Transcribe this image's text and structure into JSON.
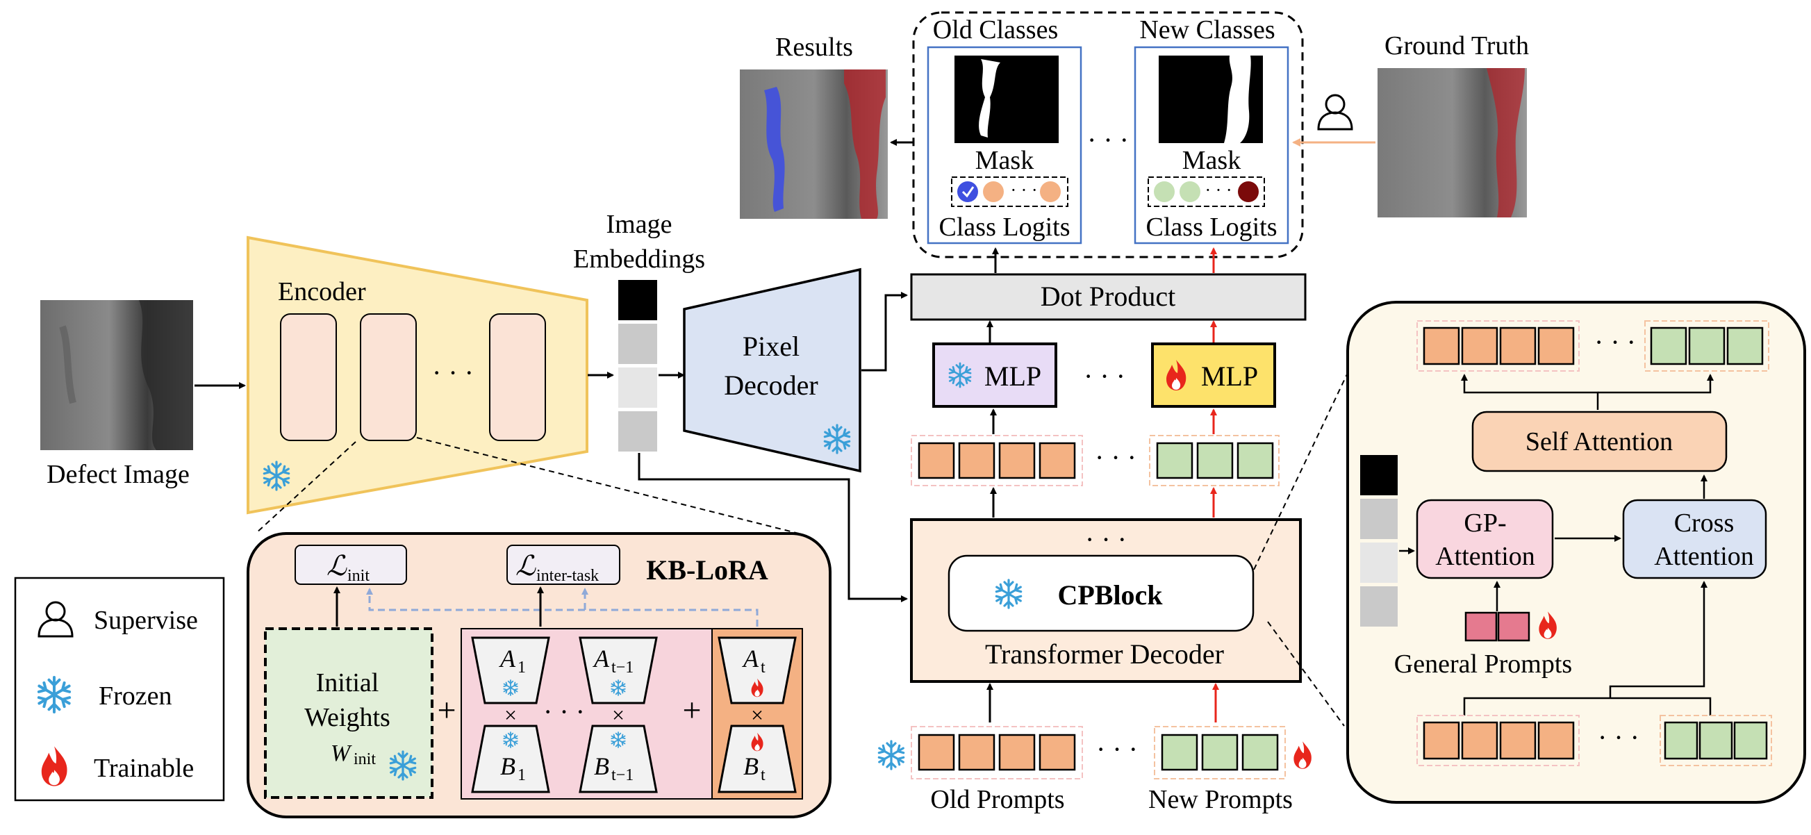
{
  "labels": {
    "defect_image": "Defect Image",
    "encoder": "Encoder",
    "image_embeddings_line1": "Image",
    "image_embeddings_line2": "Embeddings",
    "pixel_decoder_line1": "Pixel",
    "pixel_decoder_line2": "Decoder",
    "results": "Results",
    "ground_truth": "Ground Truth",
    "old_classes": "Old Classes",
    "new_classes": "New Classes",
    "mask": "Mask",
    "class_logits": "Class Logits",
    "dot_product": "Dot Product",
    "mlp": "MLP",
    "transformer_decoder": "Transformer Decoder",
    "cpblock": "CPBlock",
    "old_prompts": "Old Prompts",
    "new_prompts": "New Prompts",
    "self_attention": "Self Attention",
    "gp_attention_line1": "GP-",
    "gp_attention_line2": "Attention",
    "cross_attention_line1": "Cross",
    "cross_attention_line2": "Attention",
    "general_prompts": "General Prompts",
    "kb_lora": "KB-LoRA",
    "loss_init_symbol": "ℒ",
    "loss_init_sub": "init",
    "loss_inter_symbol": "ℒ",
    "loss_inter_sub": "inter-task",
    "initial_weights_line1": "Initial",
    "initial_weights_line2": "Weights",
    "w_init_symbol": "W",
    "w_init_sub": "init",
    "a1": "A",
    "a1_sub": "1",
    "at1": "A",
    "at1_sub": "t−1",
    "at": "A",
    "at_sub": "t",
    "b1": "B",
    "b1_sub": "1",
    "bt1": "B",
    "bt1_sub": "t−1",
    "bt": "B",
    "bt_sub": "t",
    "times": "×",
    "plus": "+",
    "ellipsis": "· · ·"
  },
  "legend": {
    "supervise": "Supervise",
    "frozen": "Frozen",
    "trainable": "Trainable"
  },
  "colors": {
    "encoder_fill": "#fdefc2",
    "encoder_stroke": "#f0c35a",
    "encoder_block": "#fbe3d6",
    "pixel_decoder_fill": "#dae3f3",
    "old_token": "#f4b183",
    "new_token": "#c5e0b4",
    "mlp_frozen": "#e8dcf6",
    "mlp_trainable": "#fde26b",
    "dot_product": "#e6e6e6",
    "transformer_fill": "#fdebdc",
    "kb_lora_fill": "#fbe5d6",
    "initial_weights_fill": "#e2efd9",
    "lora_frozen_fill": "#f7d4dc",
    "lora_trainable_fill": "#f4b183",
    "self_attention_fill": "#fad3b5",
    "gp_attention_fill": "#f9d6df",
    "cross_attention_fill": "#dae3f3",
    "detail_panel_fill": "#fdf8ea",
    "frozen_icon": "#3a9fd8",
    "fire_icon": "#e8261c",
    "red_arrow": "#e8261c",
    "orange_arrow": "#f4b183",
    "pred_blue": "#3f4fe0",
    "pred_red": "#b0262c"
  }
}
